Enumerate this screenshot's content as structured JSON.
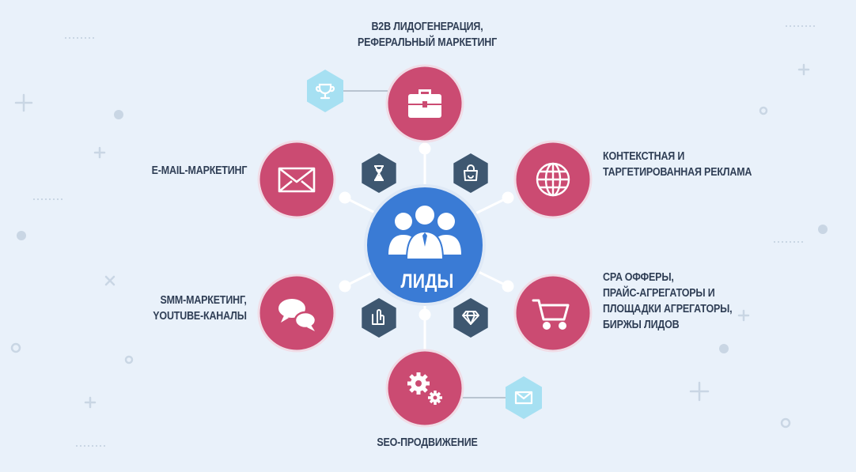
{
  "center": {
    "label": "ЛИДЫ",
    "icon": "people-group-icon",
    "color": "#3a7bd5"
  },
  "nodes": {
    "top": {
      "lines": [
        "B2B ЛИДОГЕНЕРАЦИЯ,",
        "РЕФЕРАЛЬНЫЙ МАРКЕТИНГ"
      ],
      "icon": "briefcase-icon"
    },
    "upper_right": {
      "lines": [
        "КОНТЕКСТНАЯ И",
        "ТАРГЕТИРОВАННАЯ РЕКЛАМА"
      ],
      "icon": "globe-icon"
    },
    "lower_right": {
      "lines": [
        "CPA ОФФЕРЫ,",
        "ПРАЙС-АГРЕГАТОРЫ И",
        "ПЛОЩАДКИ АГРЕГАТОРЫ,",
        "БИРЖЫ ЛИДОВ"
      ],
      "icon": "shopping-cart-icon"
    },
    "bottom": {
      "lines": [
        "SEO-ПРОДВИЖЕНИЕ"
      ],
      "icon": "gears-icon"
    },
    "lower_left": {
      "lines": [
        "SMM-МАРКЕТИНГ,",
        "YOUTUBE-КАНАЛЫ"
      ],
      "icon": "chat-bubbles-icon"
    },
    "upper_left": {
      "lines": [
        "E-MAIL-МАРКЕТИНГ"
      ],
      "icon": "envelope-icon"
    }
  },
  "hexagons": [
    "trophy-icon",
    "hourglass-icon",
    "shopping-bag-icon",
    "touch-icon",
    "diamond-icon",
    "mail-icon"
  ],
  "colors": {
    "node": "#cb4b72",
    "node_ring": "#f0dce6",
    "hex_dark": "#3e5770",
    "hex_light": "#a6e0f2",
    "connector": "#ffffff",
    "label_text": "#2f3e55",
    "background": "#e9f1fa"
  }
}
